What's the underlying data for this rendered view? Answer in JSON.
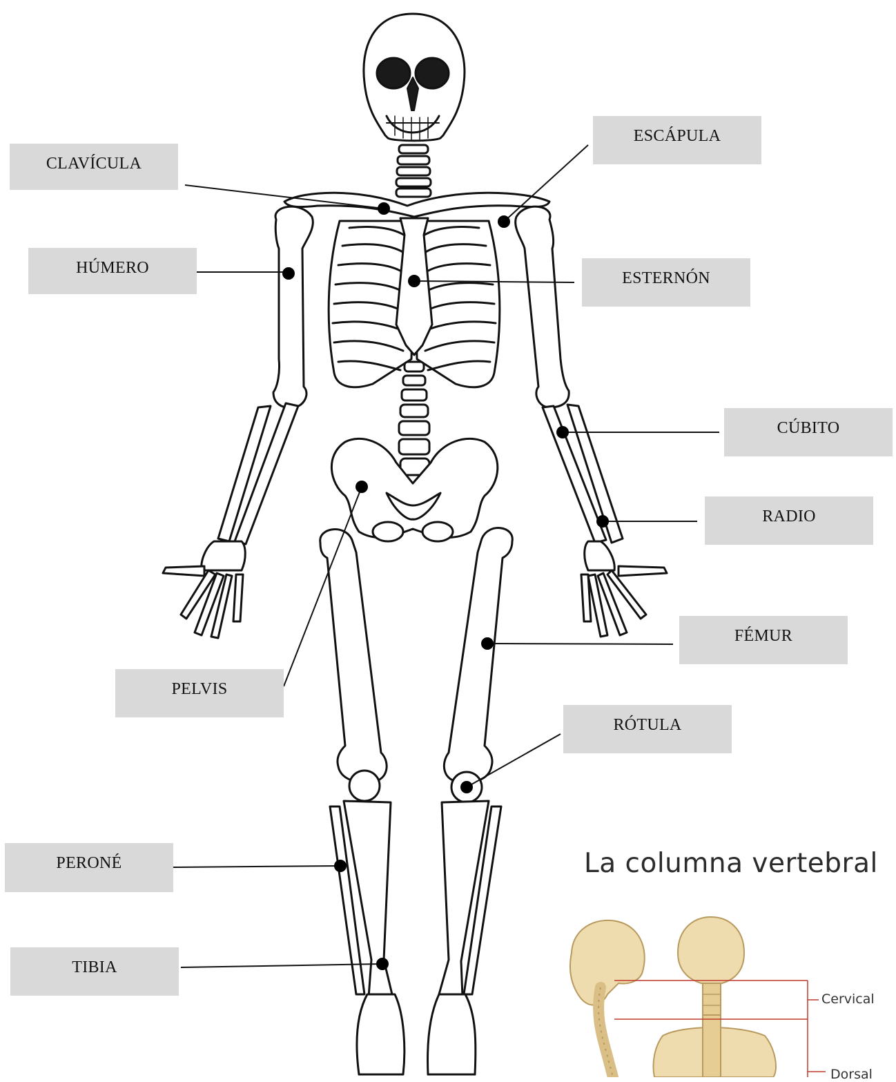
{
  "labels": {
    "clavicula": "CLAVÍCULA",
    "humero": "HÚMERO",
    "escapula": "ESCÁPULA",
    "esternon": "ESTERNÓN",
    "cubito": "CÚBITO",
    "radio": "RADIO",
    "femur": "FÉMUR",
    "pelvis": "PELVIS",
    "rotula": "RÓTULA",
    "perone": "PERONÉ",
    "tibia": "TIBIA"
  },
  "inset": {
    "title": "La columna vertebral",
    "cervical": "Cervical",
    "dorsal": "Dorsal"
  },
  "colors": {
    "label_bg": "#d9d9d9",
    "bone_fill": "#ffffff",
    "bone_stroke": "#111111",
    "inset_bone": "#efdcae",
    "inset_arrow": "#c0392b"
  }
}
